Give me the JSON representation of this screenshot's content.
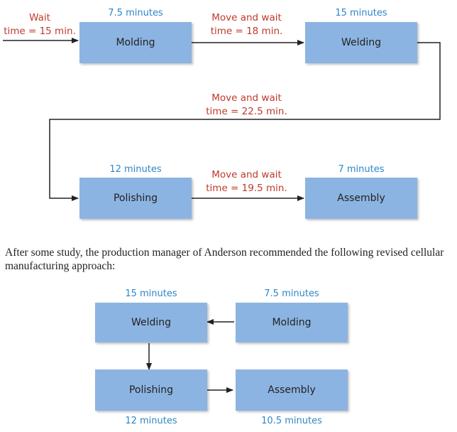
{
  "original_flow": {
    "entry_wait": {
      "line1": "Wait",
      "line2": "time = 15 min."
    },
    "steps": [
      {
        "label": "Molding",
        "time": "7.5 minutes"
      },
      {
        "label": "Welding",
        "time": "15 minutes"
      },
      {
        "label": "Polishing",
        "time": "12 minutes"
      },
      {
        "label": "Assembly",
        "time": "7 minutes"
      }
    ],
    "moves": [
      {
        "line1": "Move and wait",
        "line2": "time = 18 min."
      },
      {
        "line1": "Move and wait",
        "line2": "time = 22.5 min."
      },
      {
        "line1": "Move and wait",
        "line2": "time = 19.5 min."
      }
    ]
  },
  "paragraph": "After some study, the production manager of Anderson recommended the following revised cellular manufacturing approach:",
  "cellular_flow": {
    "steps": [
      {
        "label": "Welding",
        "time": "15 minutes"
      },
      {
        "label": "Molding",
        "time": "7.5 minutes"
      },
      {
        "label": "Polishing",
        "time": "12 minutes"
      },
      {
        "label": "Assembly",
        "time": "10.5 minutes"
      }
    ]
  },
  "colors": {
    "box_fill": "#8cb4e2",
    "time_text": "#2e86c8",
    "wait_text": "#c0392b",
    "arrow": "#222222"
  }
}
